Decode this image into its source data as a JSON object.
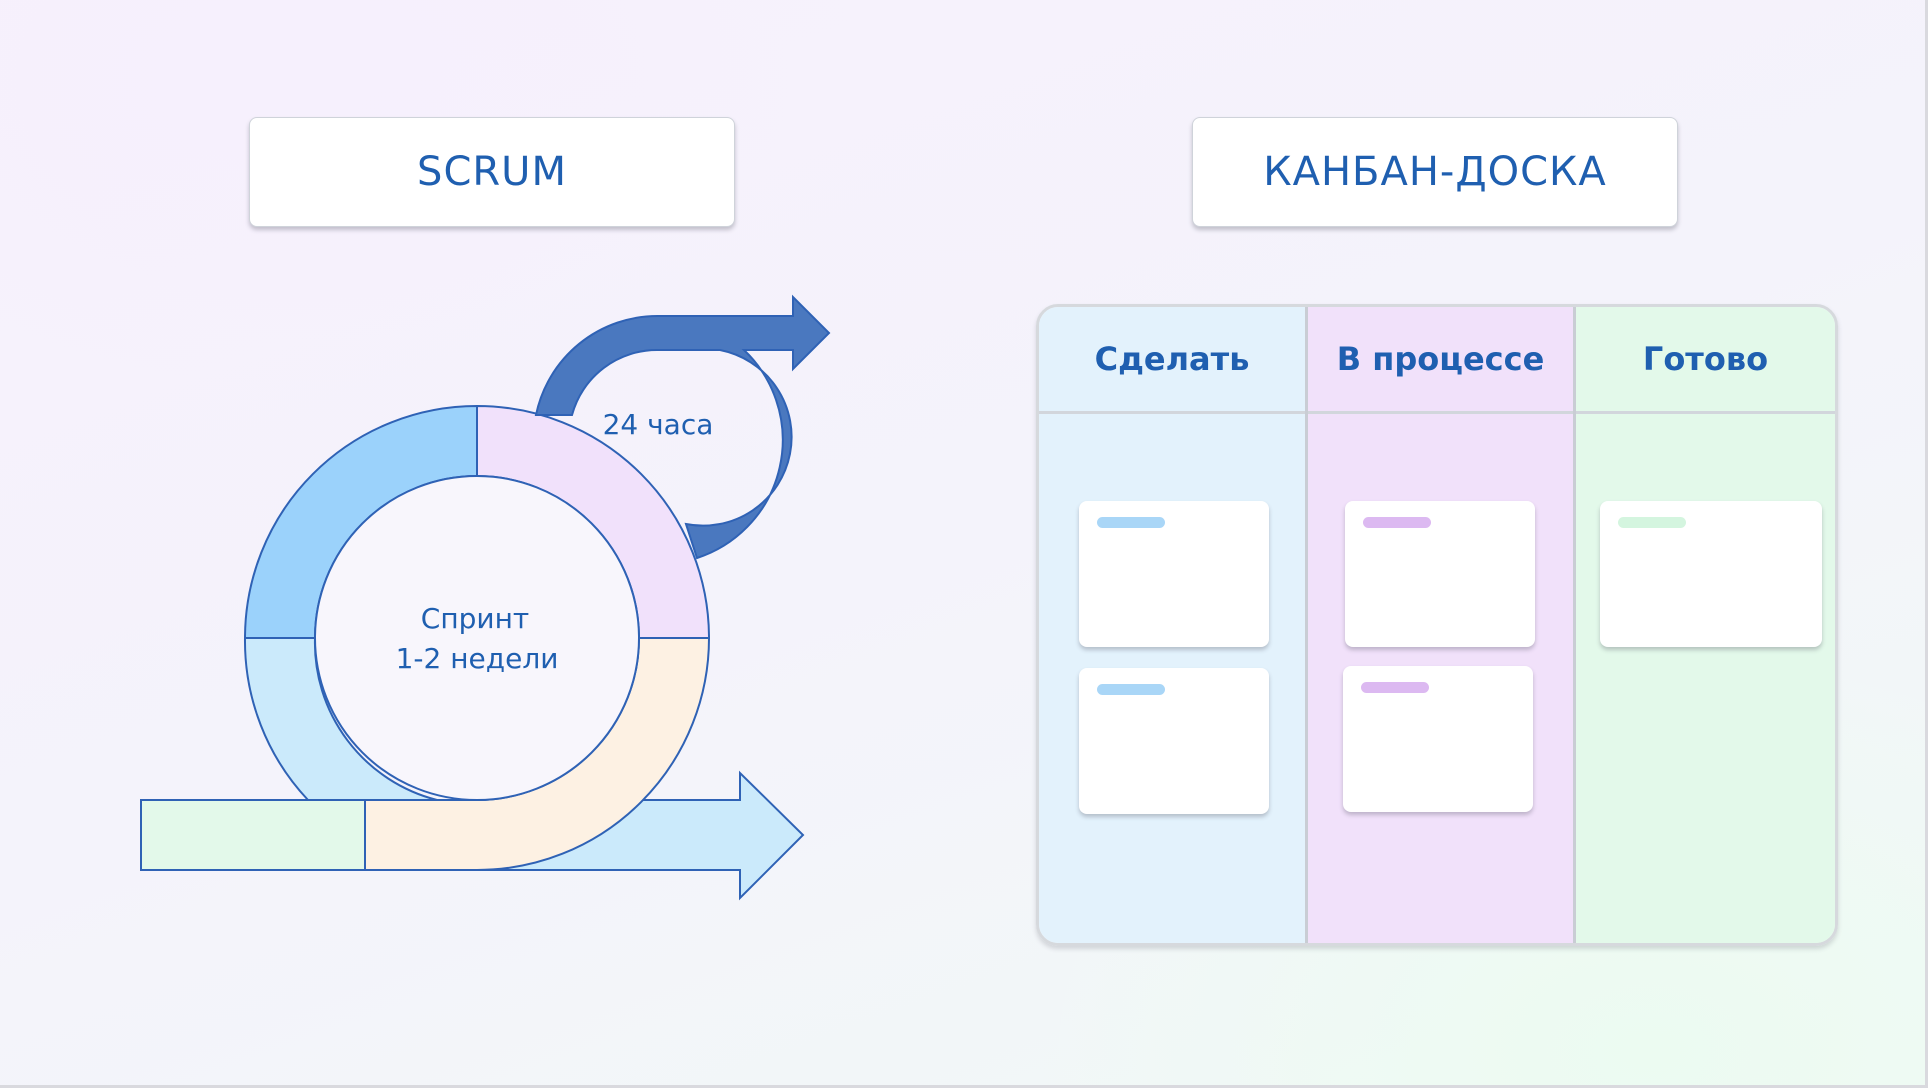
{
  "scrum": {
    "title": "SCRUM",
    "daily_label": "24 часа",
    "sprint_label_line1": "Спринт",
    "sprint_label_line2": "1-2 недели"
  },
  "kanban": {
    "title": "КАНБАН-ДОСКА",
    "columns": [
      {
        "label": "Сделать",
        "color": "#e3f2fc",
        "tag_color": "#a9d6f7",
        "cards": 2
      },
      {
        "label": "В процессе",
        "color": "#f1e1fa",
        "tag_color": "#dcb9f1",
        "cards": 2
      },
      {
        "label": "Готово",
        "color": "#e3f9ea",
        "tag_color": "#d4f5df",
        "cards": 1
      }
    ]
  },
  "colors": {
    "title_text": "#1f5fb0",
    "outline": "#2f62b5",
    "daily_arrow": "#4a78bf",
    "ring_blue": "#9bd2fb",
    "ring_light_blue": "#cbeafb",
    "ring_lilac": "#f1e1fb",
    "ring_peach": "#fdf1e3",
    "backlog_green": "#e3f9ea",
    "inner_circle": "#f8f6fc"
  }
}
